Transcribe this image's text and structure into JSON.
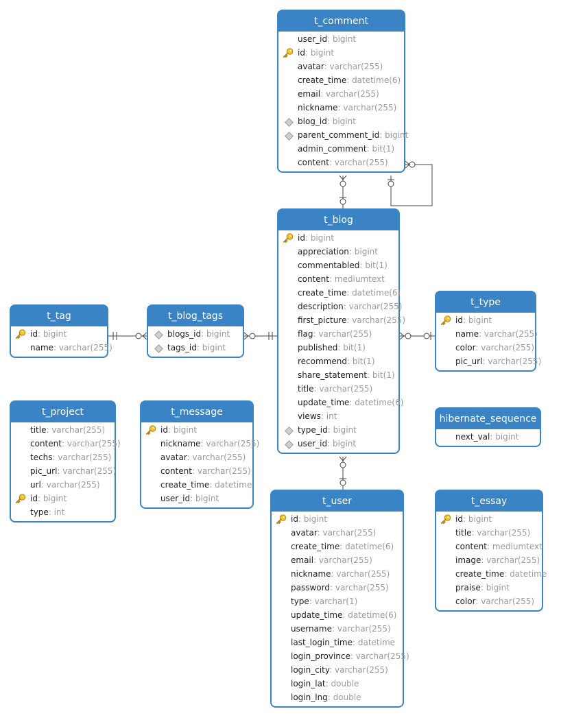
{
  "tables": [
    {
      "id": "t_comment",
      "name": "t_comment",
      "fields": [
        {
          "name": "user_id",
          "type": "bigint",
          "icon": ""
        },
        {
          "name": "id",
          "type": "bigint",
          "icon": "key"
        },
        {
          "name": "avatar",
          "type": "varchar(255)",
          "icon": ""
        },
        {
          "name": "create_time",
          "type": "datetime(6)",
          "icon": ""
        },
        {
          "name": "email",
          "type": "varchar(255)",
          "icon": ""
        },
        {
          "name": "nickname",
          "type": "varchar(255)",
          "icon": ""
        },
        {
          "name": "blog_id",
          "type": "bigint",
          "icon": "fk"
        },
        {
          "name": "parent_comment_id",
          "type": "bigint",
          "icon": "fk"
        },
        {
          "name": "admin_comment",
          "type": "bit(1)",
          "icon": ""
        },
        {
          "name": "content",
          "type": "varchar(255)",
          "icon": ""
        }
      ]
    },
    {
      "id": "t_blog",
      "name": "t_blog",
      "fields": [
        {
          "name": "id",
          "type": "bigint",
          "icon": "key"
        },
        {
          "name": "appreciation",
          "type": "bigint",
          "icon": ""
        },
        {
          "name": "commentabled",
          "type": "bit(1)",
          "icon": ""
        },
        {
          "name": "content",
          "type": "mediumtext",
          "icon": ""
        },
        {
          "name": "create_time",
          "type": "datetime(6)",
          "icon": ""
        },
        {
          "name": "description",
          "type": "varchar(255)",
          "icon": ""
        },
        {
          "name": "first_picture",
          "type": "varchar(255)",
          "icon": ""
        },
        {
          "name": "flag",
          "type": "varchar(255)",
          "icon": ""
        },
        {
          "name": "published",
          "type": "bit(1)",
          "icon": ""
        },
        {
          "name": "recommend",
          "type": "bit(1)",
          "icon": ""
        },
        {
          "name": "share_statement",
          "type": "bit(1)",
          "icon": ""
        },
        {
          "name": "title",
          "type": "varchar(255)",
          "icon": ""
        },
        {
          "name": "update_time",
          "type": "datetime(6)",
          "icon": ""
        },
        {
          "name": "views",
          "type": "int",
          "icon": ""
        },
        {
          "name": "type_id",
          "type": "bigint",
          "icon": "fk"
        },
        {
          "name": "user_id",
          "type": "bigint",
          "icon": "fk"
        }
      ]
    },
    {
      "id": "t_tag",
      "name": "t_tag",
      "fields": [
        {
          "name": "id",
          "type": "bigint",
          "icon": "key"
        },
        {
          "name": "name",
          "type": "varchar(255)",
          "icon": ""
        }
      ]
    },
    {
      "id": "t_blog_tags",
      "name": "t_blog_tags",
      "fields": [
        {
          "name": "blogs_id",
          "type": "bigint",
          "icon": "fk"
        },
        {
          "name": "tags_id",
          "type": "bigint",
          "icon": "fk"
        }
      ]
    },
    {
      "id": "t_type",
      "name": "t_type",
      "fields": [
        {
          "name": "id",
          "type": "bigint",
          "icon": "key"
        },
        {
          "name": "name",
          "type": "varchar(255)",
          "icon": ""
        },
        {
          "name": "color",
          "type": "varchar(255)",
          "icon": ""
        },
        {
          "name": "pic_url",
          "type": "varchar(255)",
          "icon": ""
        }
      ]
    },
    {
      "id": "t_project",
      "name": "t_project",
      "fields": [
        {
          "name": "title",
          "type": "varchar(255)",
          "icon": ""
        },
        {
          "name": "content",
          "type": "varchar(255)",
          "icon": ""
        },
        {
          "name": "techs",
          "type": "varchar(255)",
          "icon": ""
        },
        {
          "name": "pic_url",
          "type": "varchar(255)",
          "icon": ""
        },
        {
          "name": "url",
          "type": "varchar(255)",
          "icon": ""
        },
        {
          "name": "id",
          "type": "bigint",
          "icon": "key"
        },
        {
          "name": "type",
          "type": "int",
          "icon": ""
        }
      ]
    },
    {
      "id": "t_message",
      "name": "t_message",
      "fields": [
        {
          "name": "id",
          "type": "bigint",
          "icon": "key"
        },
        {
          "name": "nickname",
          "type": "varchar(255)",
          "icon": ""
        },
        {
          "name": "avatar",
          "type": "varchar(255)",
          "icon": ""
        },
        {
          "name": "content",
          "type": "varchar(255)",
          "icon": ""
        },
        {
          "name": "create_time",
          "type": "datetime",
          "icon": ""
        },
        {
          "name": "user_id",
          "type": "bigint",
          "icon": ""
        }
      ]
    },
    {
      "id": "hibernate_sequence",
      "name": "hibernate_sequence",
      "fields": [
        {
          "name": "next_val",
          "type": "bigint",
          "icon": ""
        }
      ]
    },
    {
      "id": "t_user",
      "name": "t_user",
      "fields": [
        {
          "name": "id",
          "type": "bigint",
          "icon": "key"
        },
        {
          "name": "avatar",
          "type": "varchar(255)",
          "icon": ""
        },
        {
          "name": "create_time",
          "type": "datetime(6)",
          "icon": ""
        },
        {
          "name": "email",
          "type": "varchar(255)",
          "icon": ""
        },
        {
          "name": "nickname",
          "type": "varchar(255)",
          "icon": ""
        },
        {
          "name": "password",
          "type": "varchar(255)",
          "icon": ""
        },
        {
          "name": "type",
          "type": "varchar(1)",
          "icon": ""
        },
        {
          "name": "update_time",
          "type": "datetime(6)",
          "icon": ""
        },
        {
          "name": "username",
          "type": "varchar(255)",
          "icon": ""
        },
        {
          "name": "last_login_time",
          "type": "datetime",
          "icon": ""
        },
        {
          "name": "login_province",
          "type": "varchar(255)",
          "icon": ""
        },
        {
          "name": "login_city",
          "type": "varchar(255)",
          "icon": ""
        },
        {
          "name": "login_lat",
          "type": "double",
          "icon": ""
        },
        {
          "name": "login_lng",
          "type": "double",
          "icon": ""
        }
      ]
    },
    {
      "id": "t_essay",
      "name": "t_essay",
      "fields": [
        {
          "name": "id",
          "type": "bigint",
          "icon": "key"
        },
        {
          "name": "title",
          "type": "varchar(255)",
          "icon": ""
        },
        {
          "name": "content",
          "type": "mediumtext",
          "icon": ""
        },
        {
          "name": "image",
          "type": "varchar(255)",
          "icon": ""
        },
        {
          "name": "create_time",
          "type": "datetime",
          "icon": ""
        },
        {
          "name": "praise",
          "type": "bigint",
          "icon": ""
        },
        {
          "name": "color",
          "type": "varchar(255)",
          "icon": ""
        }
      ]
    }
  ],
  "relations": [
    {
      "name": "comment-blog",
      "from": "t_comment",
      "to": "t_blog",
      "from_end": "zero-or-many",
      "to_end": "zero-or-one"
    },
    {
      "name": "comment-parent",
      "from": "t_comment",
      "to": "t_comment",
      "from_end": "zero-or-many",
      "to_end": "zero-or-one"
    },
    {
      "name": "tag-blogtags",
      "from": "t_tag",
      "to": "t_blog_tags",
      "from_end": "one-and-only-one",
      "to_end": "zero-or-many"
    },
    {
      "name": "blogtags-blog",
      "from": "t_blog_tags",
      "to": "t_blog",
      "from_end": "zero-or-many",
      "to_end": "one-and-only-one"
    },
    {
      "name": "blog-type",
      "from": "t_blog",
      "to": "t_type",
      "from_end": "zero-or-many",
      "to_end": "zero-or-one"
    },
    {
      "name": "blog-user",
      "from": "t_blog",
      "to": "t_user",
      "from_end": "zero-or-many",
      "to_end": "zero-or-one"
    }
  ],
  "colors": {
    "header": "#3a83c4",
    "border": "#3a83c4",
    "type_text": "#9a9a9a",
    "connector": "#444444"
  }
}
